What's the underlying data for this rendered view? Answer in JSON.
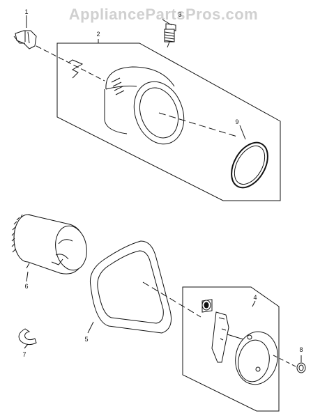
{
  "watermark": "AppliancePartsPros.com",
  "callouts": {
    "c1": "1",
    "c2": "2",
    "c3": "3",
    "c4": "4",
    "c5": "5",
    "c6": "6",
    "c7": "7",
    "c8": "8",
    "c9": "9"
  },
  "colors": {
    "ink": "#111111",
    "watermark": "#d0d0d0",
    "background": "#ffffff"
  }
}
